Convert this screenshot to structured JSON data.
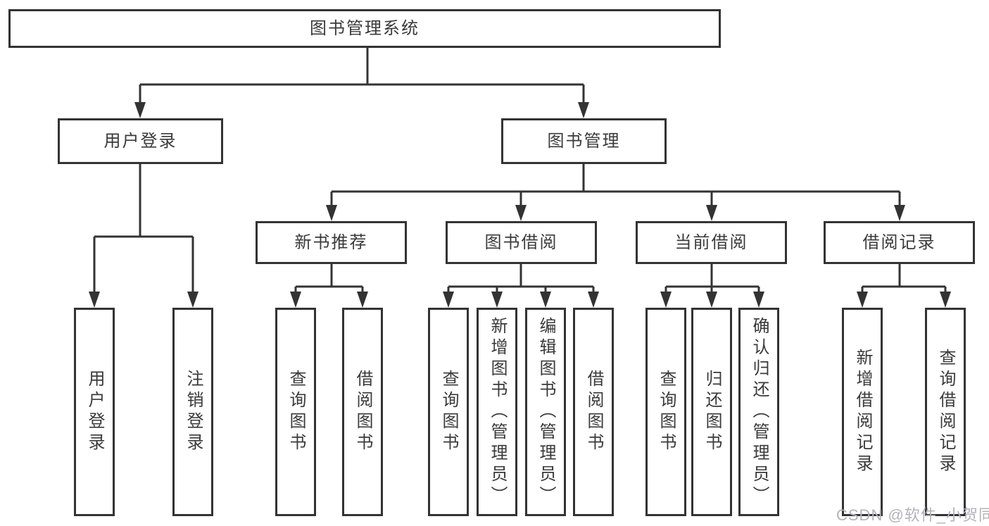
{
  "tree": {
    "label": "图书管理系统",
    "children": [
      {
        "label": "用户登录",
        "children": [
          {
            "label": "用户登录"
          },
          {
            "label": "注销登录"
          }
        ]
      },
      {
        "label": "图书管理",
        "children": [
          {
            "label": "新书推荐",
            "children": [
              {
                "label": "查询图书"
              },
              {
                "label": "借阅图书"
              }
            ]
          },
          {
            "label": "图书借阅",
            "children": [
              {
                "label": "查询图书"
              },
              {
                "label": "新增图书（管理员）"
              },
              {
                "label": "编辑图书（管理员）"
              },
              {
                "label": "借阅图书"
              }
            ]
          },
          {
            "label": "当前借阅",
            "children": [
              {
                "label": "查询图书"
              },
              {
                "label": "归还图书"
              },
              {
                "label": "确认归还（管理员）"
              }
            ]
          },
          {
            "label": "借阅记录",
            "children": [
              {
                "label": "新增借阅记录"
              },
              {
                "label": "查询借阅记录"
              }
            ]
          }
        ]
      }
    ]
  },
  "watermark": {
    "text": "CSDN @软件_小贺同学"
  },
  "colors": {
    "line": "#333333",
    "text": "#3a3a3a",
    "watermark": "#b4b4b8"
  }
}
